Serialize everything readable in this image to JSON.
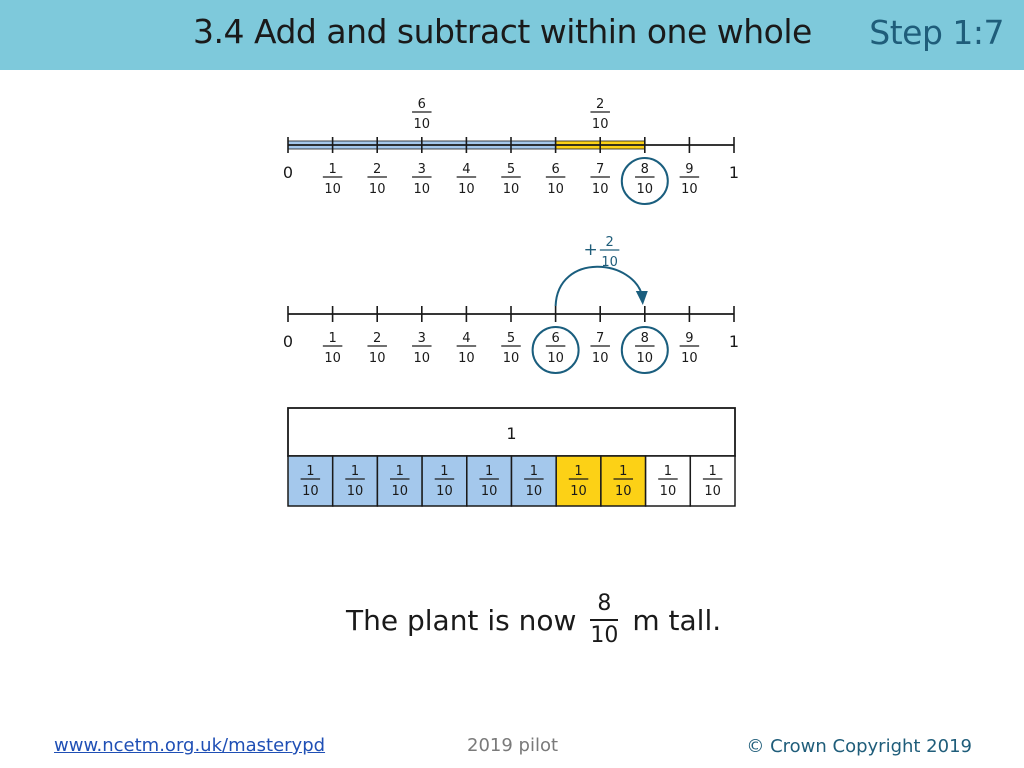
{
  "header": {
    "title": "3.4 Add and subtract within one whole",
    "step": "Step 1:7"
  },
  "number_line_1": {
    "start_label": "0",
    "end_label": "1",
    "denominator": "10",
    "tick_numerators": [
      "1",
      "2",
      "3",
      "4",
      "5",
      "6",
      "7",
      "8",
      "9"
    ],
    "circled_tick": 8,
    "highlight_segments": [
      {
        "from": 0,
        "to": 6,
        "color": "#a4c8ec",
        "label_num": "6",
        "label_den": "10"
      },
      {
        "from": 6,
        "to": 8,
        "color": "#fcd116",
        "label_num": "2",
        "label_den": "10"
      }
    ]
  },
  "number_line_2": {
    "start_label": "0",
    "end_label": "1",
    "denominator": "10",
    "tick_numerators": [
      "1",
      "2",
      "3",
      "4",
      "5",
      "6",
      "7",
      "8",
      "9"
    ],
    "circled_ticks": [
      6,
      8
    ],
    "jump": {
      "from": 6,
      "to": 8,
      "sign": "+",
      "num": "2",
      "den": "10"
    }
  },
  "bar_model": {
    "whole_label": "1",
    "part_num": "1",
    "part_den": "10",
    "part_colors": [
      "#a4c8ec",
      "#a4c8ec",
      "#a4c8ec",
      "#a4c8ec",
      "#a4c8ec",
      "#a4c8ec",
      "#fcd116",
      "#fcd116",
      "#ffffff",
      "#ffffff"
    ]
  },
  "sentence": {
    "before": "The plant is now",
    "num": "8",
    "den": "10",
    "after": "m tall."
  },
  "footer": {
    "link": "www.ncetm.org.uk/masterypd",
    "pilot": "2019 pilot",
    "copyright": "© Crown Copyright 2019"
  },
  "colors": {
    "circle": "#1a5e7e",
    "line": "#1a1a1a",
    "jump_label": "#1f5d7a"
  }
}
